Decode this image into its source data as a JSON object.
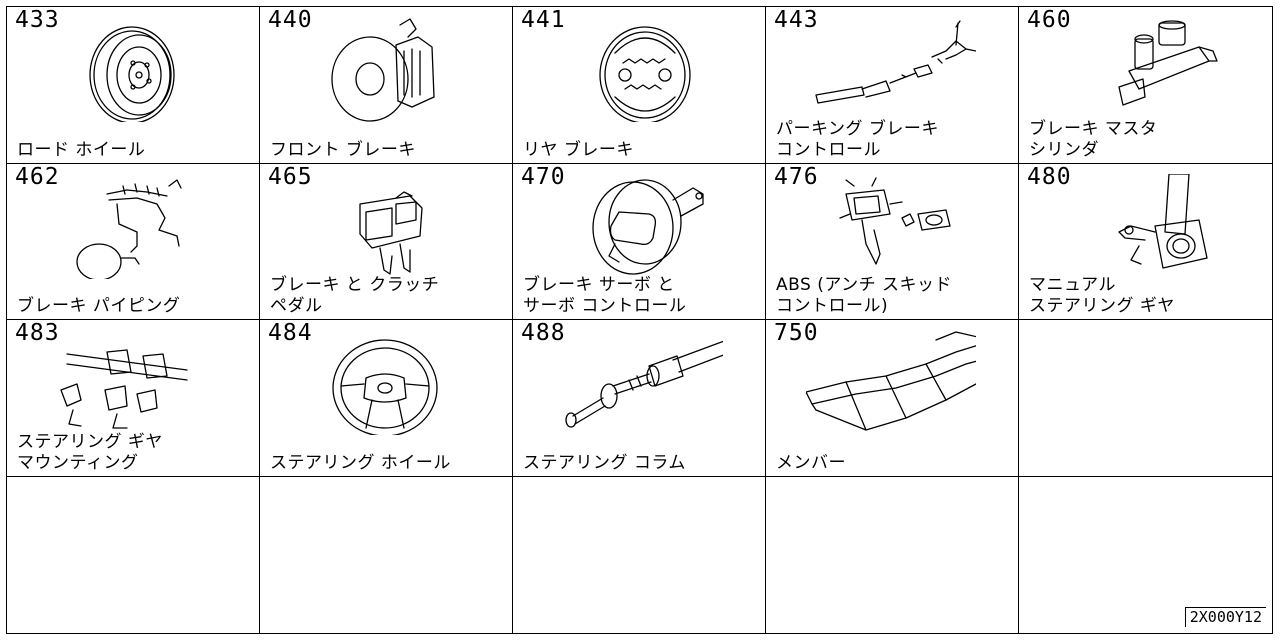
{
  "catalog": {
    "sections": [
      {
        "code": "433",
        "label": "ロード ホイール",
        "icon": "road-wheel-icon"
      },
      {
        "code": "440",
        "label": "フロント ブレーキ",
        "icon": "front-brake-icon"
      },
      {
        "code": "441",
        "label": "リヤ ブレーキ",
        "icon": "rear-brake-icon"
      },
      {
        "code": "443",
        "label": "パーキング ブレーキ\nコントロール",
        "icon": "parking-brake-control-icon"
      },
      {
        "code": "460",
        "label": "ブレーキ マスタ\nシリンダ",
        "icon": "brake-master-cylinder-icon"
      },
      {
        "code": "462",
        "label": "ブレーキ パイピング",
        "icon": "brake-piping-icon"
      },
      {
        "code": "465",
        "label": "ブレーキ と クラッチ\nペダル",
        "icon": "brake-clutch-pedal-icon"
      },
      {
        "code": "470",
        "label": "ブレーキ サーボ と\nサーボ コントロール",
        "icon": "brake-servo-icon"
      },
      {
        "code": "476",
        "label": "ABS (アンチ スキッド\nコントロール)",
        "icon": "abs-unit-icon"
      },
      {
        "code": "480",
        "label": "マニュアル\nステアリング ギヤ",
        "icon": "manual-steering-gear-icon"
      },
      {
        "code": "483",
        "label": "ステアリング ギヤ\nマウンティング",
        "icon": "steering-gear-mounting-icon"
      },
      {
        "code": "484",
        "label": "ステアリング ホイール",
        "icon": "steering-wheel-icon"
      },
      {
        "code": "488",
        "label": "ステアリング コラム",
        "icon": "steering-column-icon"
      },
      {
        "code": "750",
        "label": "メンバー",
        "icon": "member-frame-icon"
      }
    ],
    "empty_cells": 6,
    "footer_code": "2X000Y12"
  }
}
